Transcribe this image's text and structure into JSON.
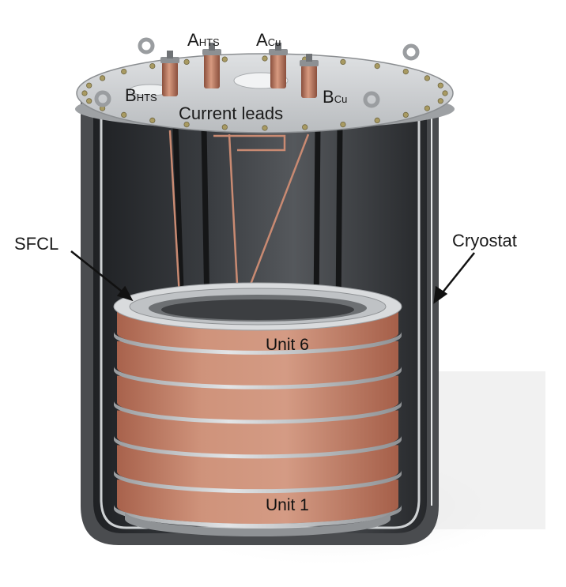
{
  "labels": {
    "a_hts": {
      "main": "A",
      "sub": "HTS"
    },
    "a_cu": {
      "main": "A",
      "sub": "Cu"
    },
    "b_hts": {
      "main": "B",
      "sub": "HTS"
    },
    "b_cu": {
      "main": "B",
      "sub": "Cu"
    },
    "current_leads": "Current leads",
    "sfcl": "SFCL",
    "cryostat": "Cryostat",
    "unit_top": "Unit 6",
    "unit_bottom": "Unit 1"
  },
  "colors": {
    "copper": "#c98a72",
    "copper_dark": "#a7654f",
    "steel": "#c4c7c9",
    "flange": "#d6d8da",
    "interior_dark": "#2c2e31",
    "wall": "#4a4c4f"
  },
  "coil_units": 6
}
